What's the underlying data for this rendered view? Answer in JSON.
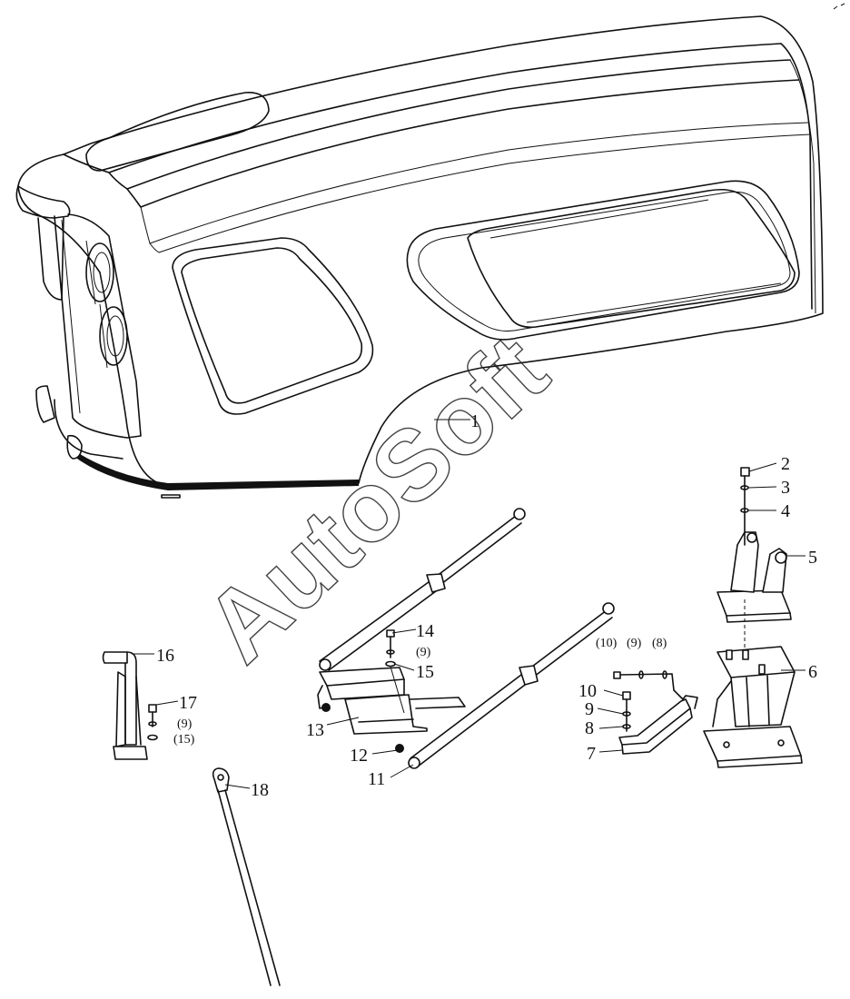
{
  "watermark": "AutoSoft",
  "callouts": {
    "c1": "1",
    "c2": "2",
    "c3": "3",
    "c4": "4",
    "c5": "5",
    "c6": "6",
    "c7": "7",
    "c8": "8",
    "c9": "9",
    "c10": "10",
    "c11": "11",
    "c12": "12",
    "c13": "13",
    "c14": "14",
    "c15": "15",
    "c16": "16",
    "c17": "17",
    "c18": "18",
    "p8": "(8)",
    "p9a": "(9)",
    "p9b": "(9)",
    "p9c": "(9)",
    "p10": "(10)",
    "p15": "(15)"
  }
}
